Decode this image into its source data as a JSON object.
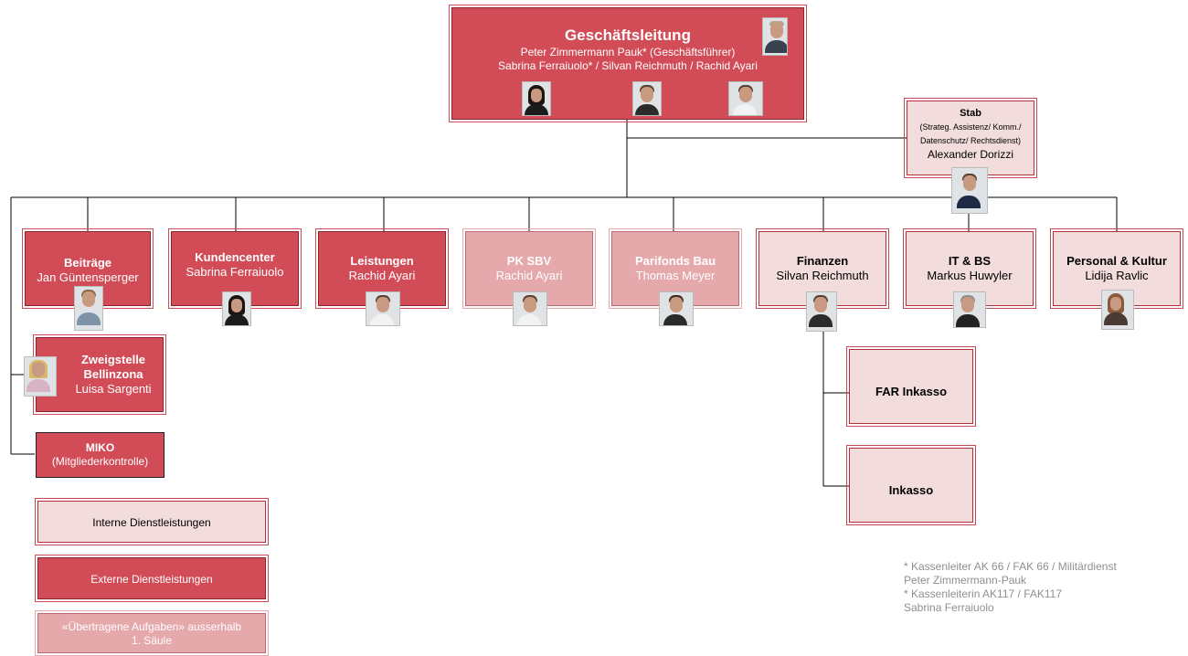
{
  "top": {
    "title": "Geschäftsleitung",
    "line1": "Peter Zimmermann Pauk* (Geschäftsführer)",
    "line2": "Sabrina Ferraiuolo* / Silvan Reichmuth / Rachid Ayari"
  },
  "stab": {
    "title": "Stab",
    "sub1": "(Strateg. Assistenz/ Komm./",
    "sub2": "Datenschutz/ Rechtsdienst)",
    "name": "Alexander Dorizzi"
  },
  "units": {
    "beitraege": {
      "title": "Beiträge",
      "name": "Jan Güntensperger"
    },
    "kundencenter": {
      "title": "Kundencenter",
      "name": "Sabrina Ferraiuolo"
    },
    "leistungen": {
      "title": "Leistungen",
      "name": "Rachid Ayari"
    },
    "pksbv": {
      "title": "PK SBV",
      "name": "Rachid Ayari"
    },
    "parifonds": {
      "title": "Parifonds Bau",
      "name": "Thomas Meyer"
    },
    "finanzen": {
      "title": "Finanzen",
      "name": "Silvan Reichmuth"
    },
    "itbs": {
      "title": "IT & BS",
      "name": "Markus Huwyler"
    },
    "personal": {
      "title": "Personal & Kultur",
      "name": "Lidija Ravlic"
    }
  },
  "zweigstelle": {
    "title1": "Zweigstelle",
    "title2": "Bellinzona",
    "name": "Luisa Sargenti"
  },
  "miko": {
    "title": "MIKO",
    "sub": "(Mitgliederkontrolle)"
  },
  "far_inkasso": {
    "title": "FAR Inkasso"
  },
  "inkasso": {
    "title": "Inkasso"
  },
  "legend": {
    "intern": "Interne Dienstleistungen",
    "extern": "Externe Dienstleistungen",
    "uebertragen1": "«Übertragene Aufgaben» ausserhalb",
    "uebertragen2": "1. Säule"
  },
  "footnote": {
    "l1": "* Kassenleiter AK 66 / FAK 66 / Militärdienst",
    "l2": "Peter Zimmermann-Pauk",
    "l3": "* Kassenleiterin AK117 / FAK117",
    "l4": "Sabrina Ferraiuolo"
  },
  "colors": {
    "dark": "#d24c57",
    "medium": "#e5a8ab",
    "light": "#f3dcdc",
    "line": "#000000"
  }
}
